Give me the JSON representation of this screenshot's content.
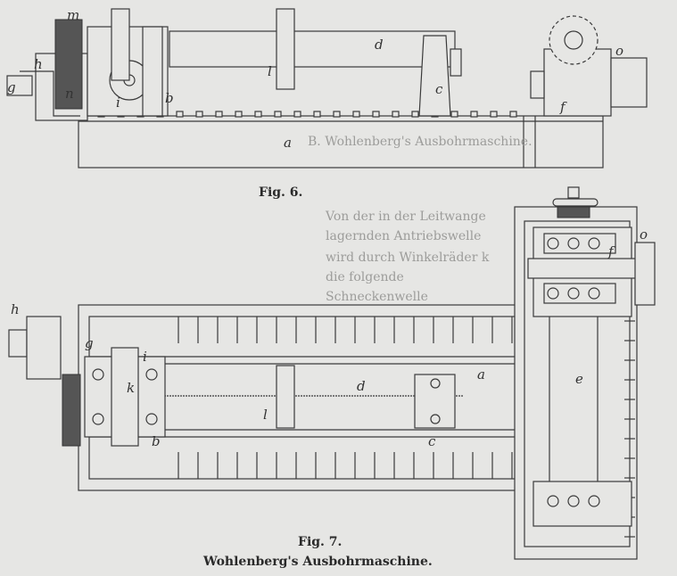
{
  "figures": {
    "fig6": {
      "caption": "Fig. 6.",
      "labels": [
        "m",
        "h",
        "g",
        "n",
        "i",
        "b",
        "l",
        "d",
        "c",
        "a",
        "f",
        "o"
      ]
    },
    "fig7": {
      "caption": "Fig. 7.",
      "labels": [
        "h",
        "g",
        "i",
        "k",
        "b",
        "l",
        "d",
        "c",
        "a",
        "e",
        "f",
        "o"
      ]
    },
    "title": "Wohlenberg's Ausbohrmaschine."
  },
  "background_text": {
    "heading": "B. Wohlenberg's Ausbohrmaschine.",
    "lines": [
      "Von der in der Leitwange lagernden Antriebswelle",
      "wird durch Winkelräder k die folgende Schneckenwelle"
    ]
  }
}
